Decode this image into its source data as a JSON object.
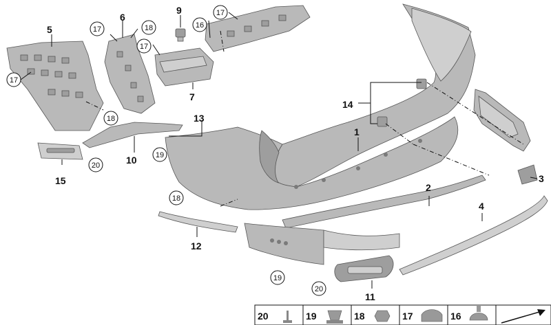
{
  "callouts": {
    "c1": "1",
    "c2": "2",
    "c3": "3",
    "c4": "4",
    "c5": "5",
    "c6": "6",
    "c7": "7",
    "c9": "9",
    "c10": "10",
    "c11": "11",
    "c12": "12",
    "c13": "13",
    "c14": "14",
    "c15": "15",
    "c16": "16",
    "c17": "17",
    "c18": "18",
    "c19": "19",
    "c20": "20"
  },
  "legend": {
    "items": [
      "20",
      "19",
      "18",
      "17",
      "16"
    ]
  }
}
